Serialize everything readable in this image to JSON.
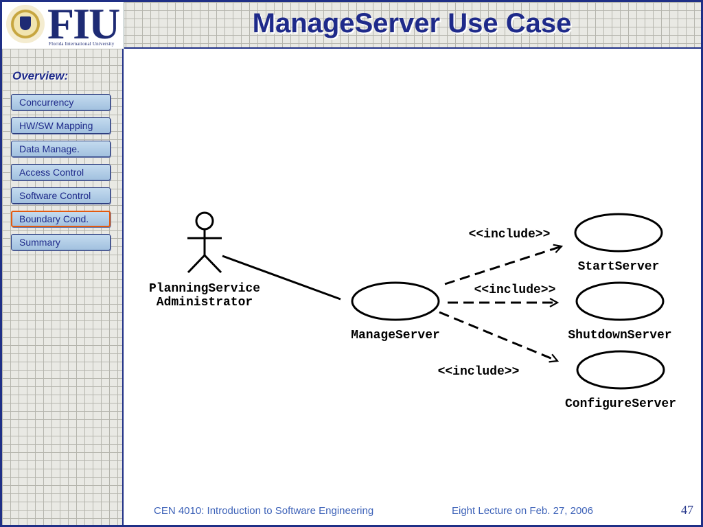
{
  "slide": {
    "title": "ManageServer Use Case",
    "logo": {
      "text": "FIU",
      "subtitle": "Florida International University"
    },
    "colors": {
      "border": "#1f2f86",
      "title": "#1e2a8a",
      "active_outline": "#e25a10",
      "footer": "#3d62b8"
    }
  },
  "sidebar": {
    "heading": "Overview:",
    "items": [
      {
        "label": "Concurrency",
        "active": false
      },
      {
        "label": "HW/SW Mapping",
        "active": false
      },
      {
        "label": "Data Manage.",
        "active": false
      },
      {
        "label": "Access Control",
        "active": false
      },
      {
        "label": "Software Control",
        "active": false
      },
      {
        "label": "Boundary Cond.",
        "active": true
      },
      {
        "label": "Summary",
        "active": false
      }
    ]
  },
  "diagram": {
    "actor": {
      "line1": "PlanningService",
      "line2": "Administrator",
      "icon": "stick-figure-icon"
    },
    "use_cases": {
      "main": "ManageServer",
      "start": "StartServer",
      "shutdown": "ShutdownServer",
      "configure": "ConfigureServer"
    },
    "relationships": {
      "include_label": "<<include>>"
    }
  },
  "footer": {
    "course": "CEN 4010: Introduction to Software Engineering",
    "lecture": "Eight Lecture on Feb. 27, 2006",
    "page": "47"
  }
}
